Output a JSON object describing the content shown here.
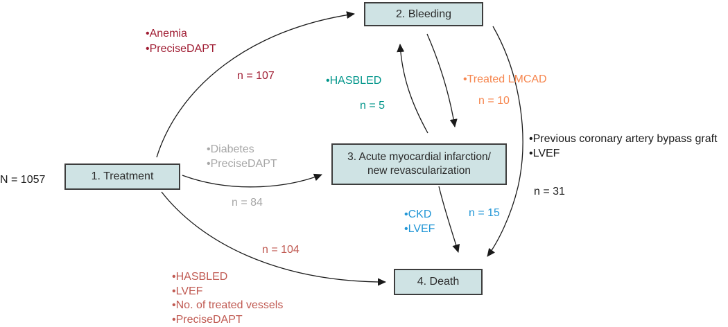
{
  "diagram": {
    "population": {
      "label": "N = 1057"
    },
    "boxes": {
      "treatment": {
        "label": "1. Treatment"
      },
      "bleeding": {
        "label": "2. Bleeding"
      },
      "ami": {
        "line1": "3. Acute myocardial infarction/",
        "line2": "new revascularization"
      },
      "death": {
        "label": "4. Death"
      }
    },
    "box_style": {
      "fill": "#cfe3e4",
      "border": "#3d3d3d"
    },
    "arrow_color": "#1a1a1a",
    "transitions": {
      "treatment_to_bleeding": {
        "color": "#a01d33",
        "n_label": "n = 107",
        "factors": [
          "Anemia",
          "PreciseDAPT"
        ]
      },
      "treatment_to_ami": {
        "color": "#a7a7a7",
        "n_label": "n = 84",
        "factors": [
          "Diabetes",
          "PreciseDAPT"
        ]
      },
      "treatment_to_death": {
        "color": "#c05a52",
        "n_label": "n = 104",
        "factors": [
          "HASBLED",
          "LVEF",
          "No. of treated vessels",
          "PreciseDAPT"
        ]
      },
      "ami_to_bleeding": {
        "color": "#00958a",
        "n_label": "n = 5",
        "factors": [
          "HASBLED"
        ]
      },
      "bleeding_to_ami": {
        "color": "#f6854d",
        "n_label": "n = 10",
        "factors": [
          "Treated LMCAD"
        ]
      },
      "bleeding_to_death": {
        "color": "#1a1a1a",
        "n_label": "n = 31",
        "factors": [
          "Previous coronary artery bypass graft",
          "LVEF"
        ]
      },
      "ami_to_death": {
        "color": "#2196d6",
        "n_label": "n = 15",
        "factors": [
          "CKD",
          "LVEF"
        ]
      }
    }
  }
}
